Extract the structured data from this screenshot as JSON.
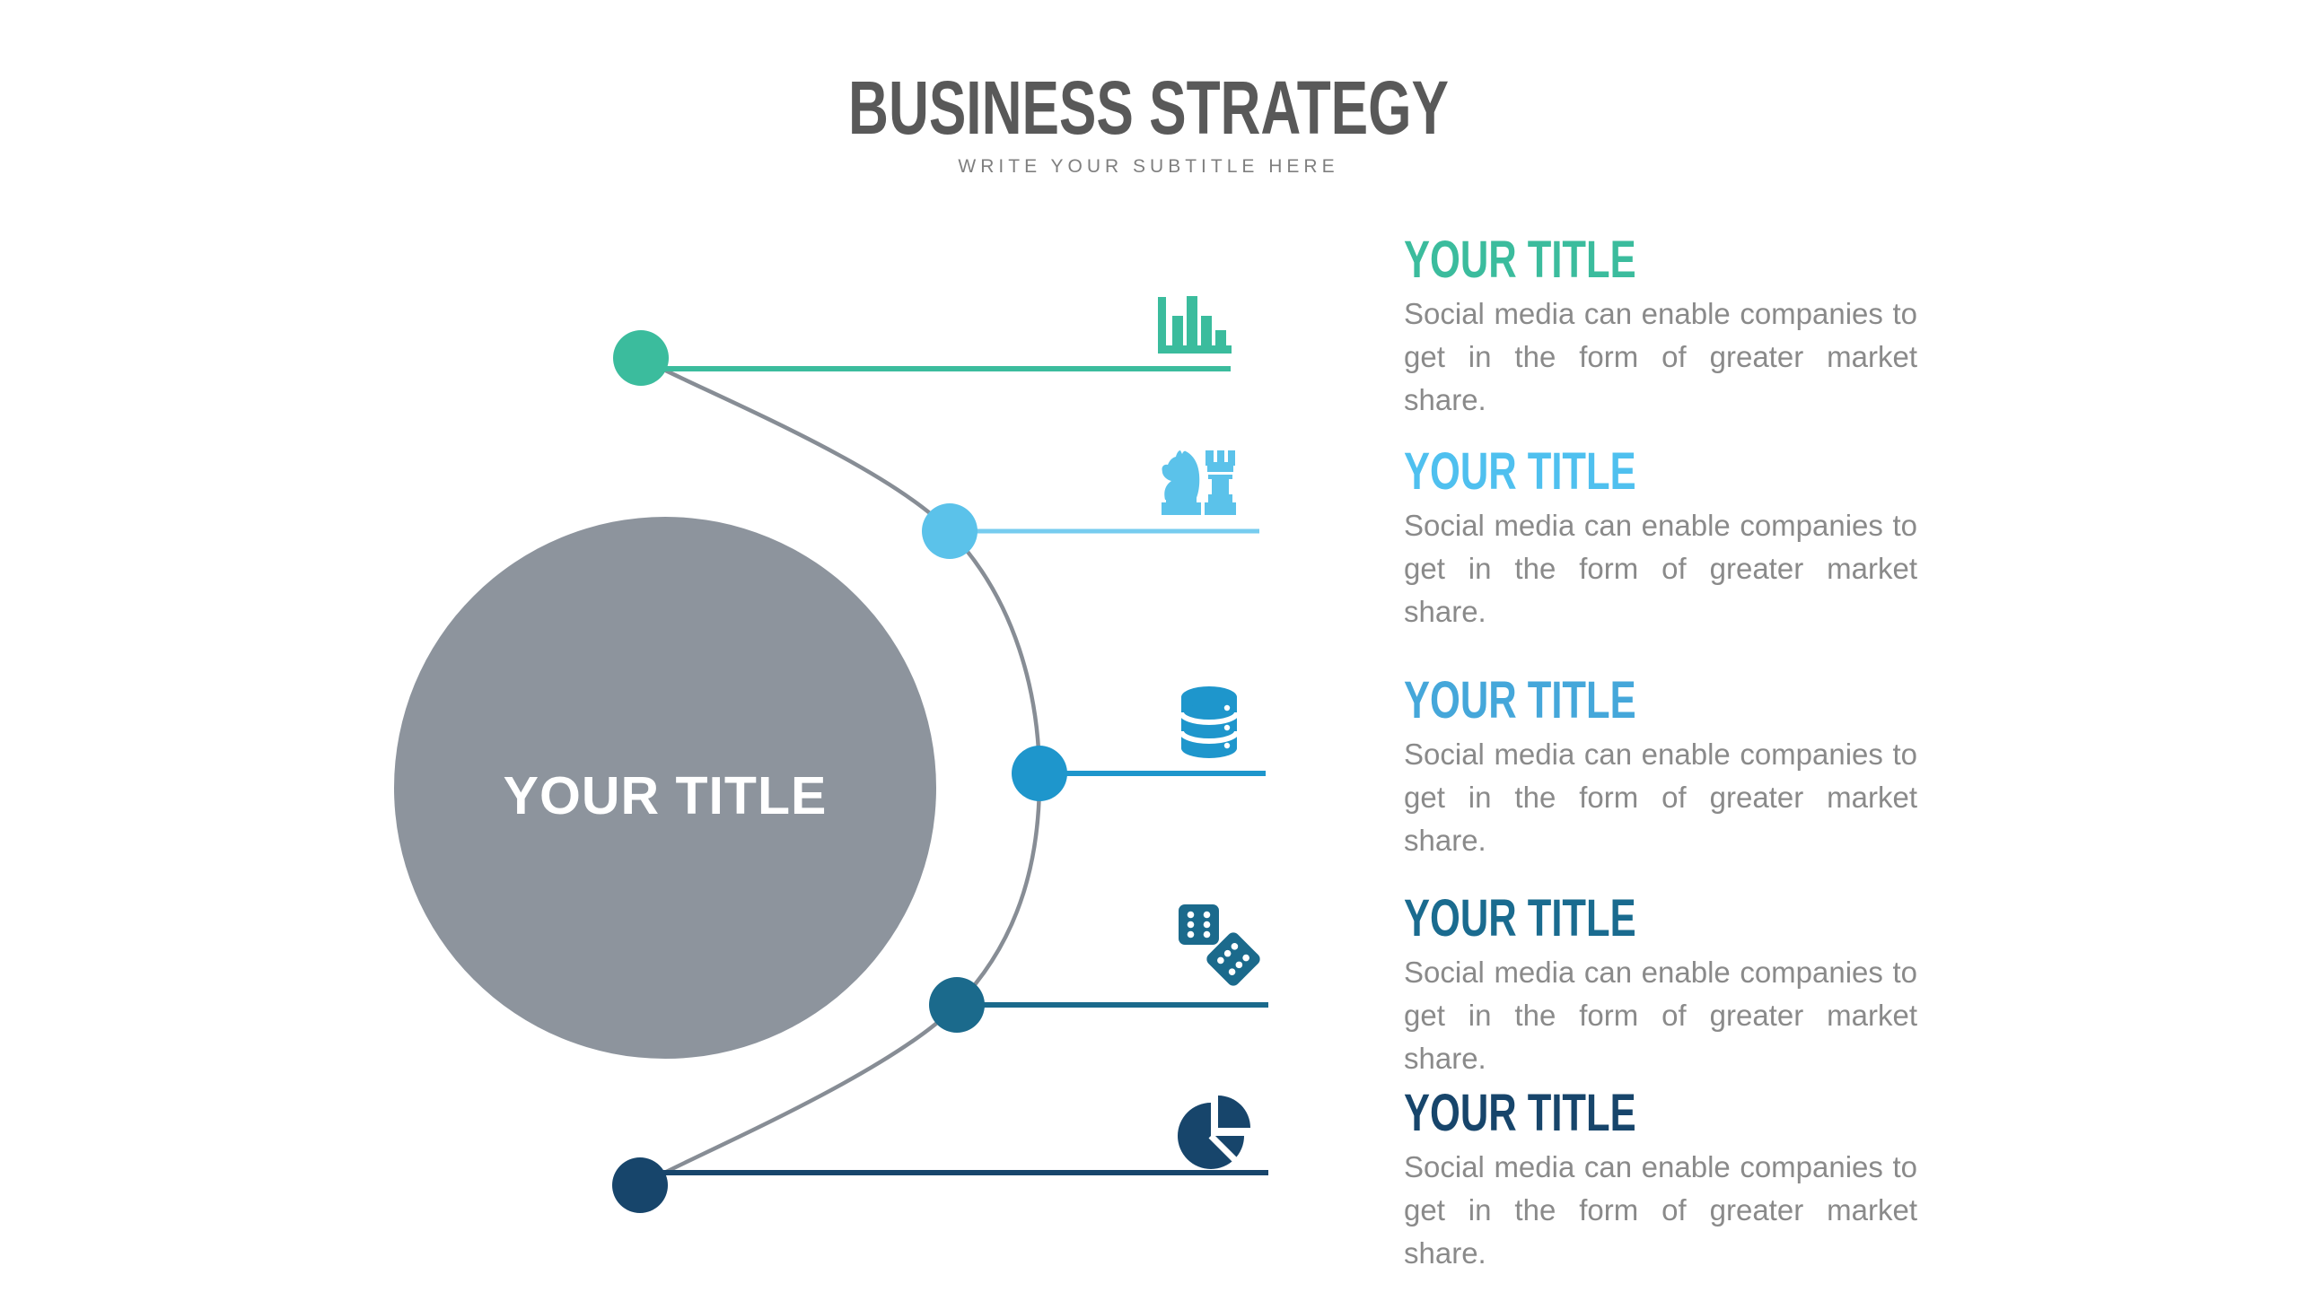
{
  "header": {
    "title": "BUSINESS STRATEGY",
    "subtitle": "WRITE YOUR SUBTITLE HERE"
  },
  "center_circle": {
    "label": "YOUR TITLE"
  },
  "colors": {
    "background": "#FFFFFF",
    "title_text": "#595959",
    "subtitle_text": "#7F7F7F",
    "body_text": "#8A8A8A",
    "center_circle_fill": "#8D949D",
    "center_circle_text": "#FFFFFF",
    "arc": "#878D95"
  },
  "items": [
    {
      "title": "YOUR TITLE",
      "description": "Social media can enable companies to get in the form of greater market share.",
      "icon": "bar-chart",
      "accent": "#3BBC9D",
      "title_color": "#3BBC9D",
      "line_color": "#3BBC9D"
    },
    {
      "title": "YOUR TITLE",
      "description": "Social media can enable companies to get in the form of greater market share.",
      "icon": "chess-pieces",
      "accent": "#5BC2EA",
      "title_color": "#4FC0EF",
      "line_color": "#77CCEF"
    },
    {
      "title": "YOUR TITLE",
      "description": "Social media can enable companies to get in the form of greater market share.",
      "icon": "database",
      "accent": "#1E96CC",
      "title_color": "#45A7DA",
      "line_color": "#1E96CC"
    },
    {
      "title": "YOUR TITLE",
      "description": "Social media can enable companies to get in the form of greater market share.",
      "icon": "dice",
      "accent": "#1B6A8C",
      "title_color": "#1A6B8F",
      "line_color": "#1B6A8C"
    },
    {
      "title": "YOUR TITLE",
      "description": "Social media can enable companies to get in the form of greater market share.",
      "icon": "pie-chart",
      "accent": "#17456B",
      "title_color": "#17456B",
      "line_color": "#17456B"
    }
  ]
}
